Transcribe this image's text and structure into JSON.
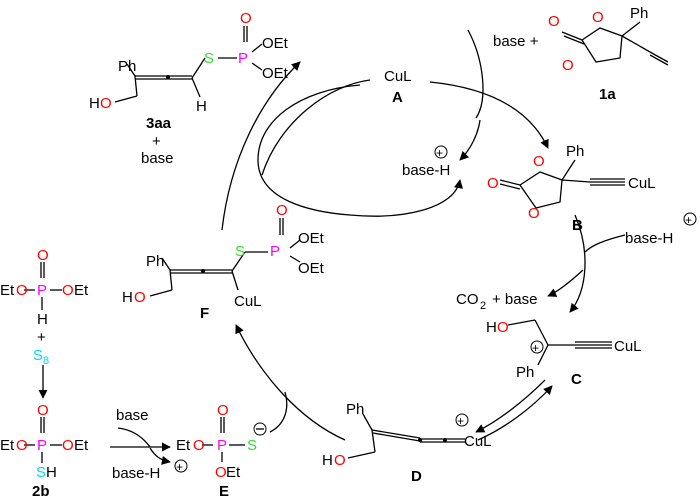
{
  "labels": {
    "base_plus": "base +",
    "cul": "CuL",
    "A": "A",
    "B": "B",
    "C": "C",
    "D": "D",
    "E": "E",
    "F": "F",
    "p1a": "1a",
    "p2b": "2b",
    "p3aa": "3aa",
    "plus": "+",
    "base": "base",
    "base_h": "base-H",
    "co2": "CO",
    "co2_sub": "2",
    "plus_base": "+ base",
    "ph": "Ph",
    "o": "O",
    "oet": "OEt",
    "eto": "EtO",
    "et": "Et",
    "ho": "HO",
    "h": "H",
    "p": "P",
    "s": "S",
    "s8": "S",
    "s8_sub": "8",
    "sh_h": "H"
  },
  "colors": {
    "oxygen": "#ff0000",
    "phosphorus": "#ff00ff",
    "sulfur": "#33dd33",
    "s8": "#00d4ff",
    "ink": "#000000"
  }
}
